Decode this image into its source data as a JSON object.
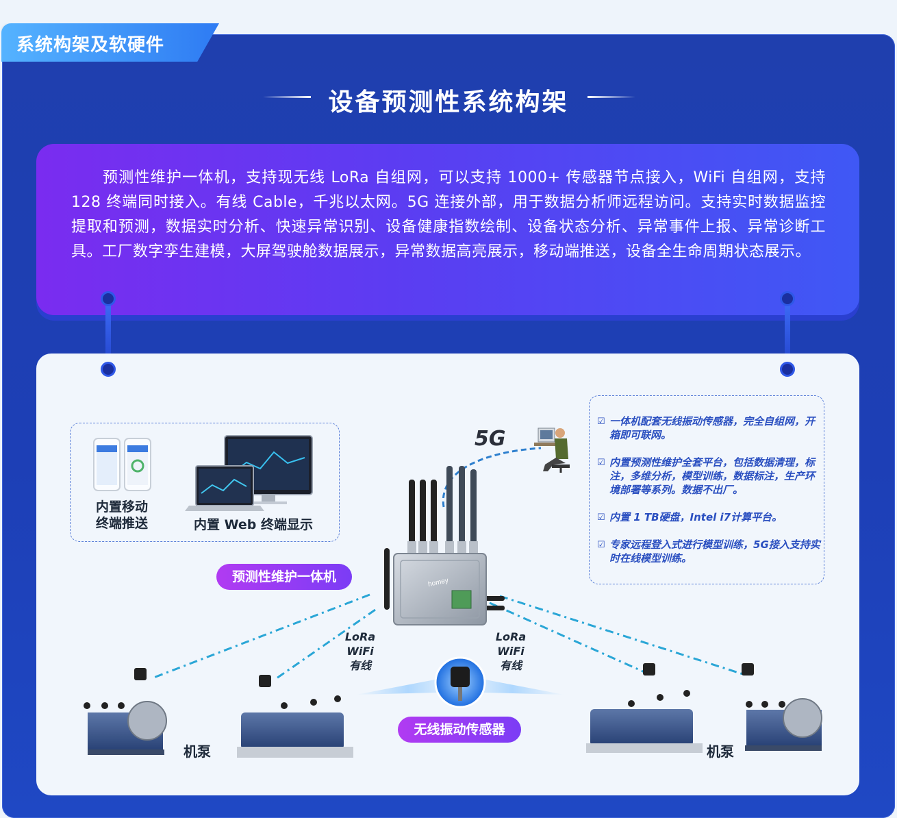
{
  "section_tab": "系统构架及软硬件",
  "title": "设备预测性系统构架",
  "description": "预测性维护一体机，支持现无线 LoRa 自组网，可以支持 1000+ 传感器节点接入，WiFi 自组网，支持 128 终端同时接入。有线 Cable，千兆以太网。5G 连接外部，用于数据分析师远程访问。支持实时数据监控提取和预测，数据实时分析、快速异常识别、设备健康指数绘制、设备状态分析、异常事件上报、异常诊断工具。工厂数字孪生建模，大屏驾驶舱数据展示，异常数据高亮展示，移动端推送，设备全生命周期状态展示。",
  "diagram": {
    "mobile_label_1": "内置移动",
    "mobile_label_2": "终端推送",
    "web_label": "内置 Web 终端显示",
    "device_pill": "预测性维护一体机",
    "sensor_pill": "无线振动传感器",
    "fiveg_label": "5G",
    "proto_left": [
      "LoRa",
      "WiFi",
      "有线"
    ],
    "proto_right": [
      "LoRa",
      "WiFi",
      "有线"
    ],
    "pump_left": "机泵",
    "pump_right": "机泵",
    "device_brand": "homey",
    "features": [
      "一体机配套无线振动传感器，完全自组网，开箱即可联网。",
      "内置预测性维护全套平台，包括数据清理，标注，多维分析，模型训练，数据标注，生产环境部署等系列。数据不出厂。",
      "内置 1 TB硬盘，Intel i7计算平台。",
      "专家远程登入式进行模型训练，5G接入支持实时在线模型训练。"
    ]
  },
  "colors": {
    "background": "#1f3fae",
    "tab": "#3f95f8",
    "card_gradient_start": "#7a2cf0",
    "card_gradient_end": "#3f58f5",
    "feature_text": "#2a4fc0",
    "pill": "#9b3cf4"
  }
}
